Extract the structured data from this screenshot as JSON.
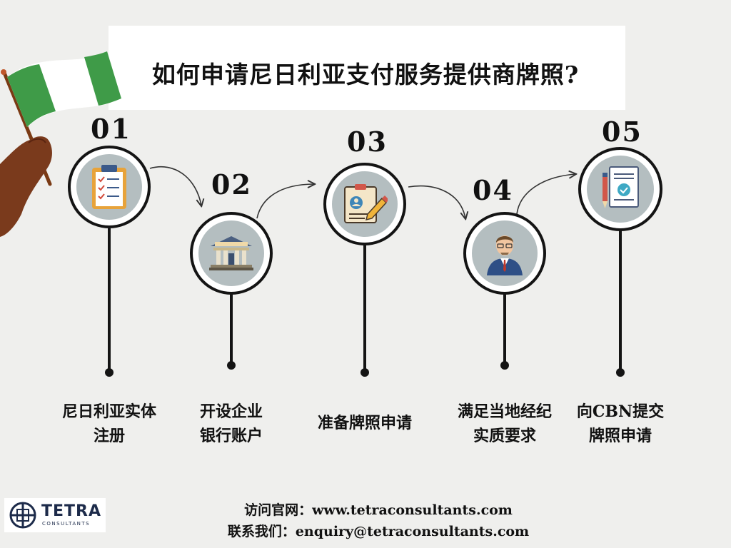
{
  "title": "如何申请尼日利亚支付服务提供商牌照?",
  "steps": [
    {
      "number": "01",
      "label_line1": "尼日利亚实体",
      "label_line2": "注册",
      "icon": "clipboard-checklist-icon"
    },
    {
      "number": "02",
      "label_line1": "开设企业",
      "label_line2": "银行账户",
      "icon": "bank-building-icon"
    },
    {
      "number": "03",
      "label_line1": "准备牌照申请",
      "label_line2": "",
      "icon": "certificate-pen-icon"
    },
    {
      "number": "04",
      "label_line1": "满足当地经纪",
      "label_line2": "实质要求",
      "icon": "businessman-icon"
    },
    {
      "number": "05",
      "label_line1": "向CBN提交",
      "label_line2": "牌照申请",
      "icon": "document-pen-icon"
    }
  ],
  "footer": {
    "website_line": "访问官网：www.tetraconsultants.com",
    "contact_line": "联系我们：enquiry@tetraconsultants.com"
  },
  "logo": {
    "name": "TETRA",
    "subtitle": "CONSULTANTS"
  },
  "colors": {
    "background": "#efefed",
    "circle_fill": "#b4bec0",
    "flag_green": "#3f9b48",
    "ink": "#141414",
    "logo_navy": "#1d2b4a"
  }
}
